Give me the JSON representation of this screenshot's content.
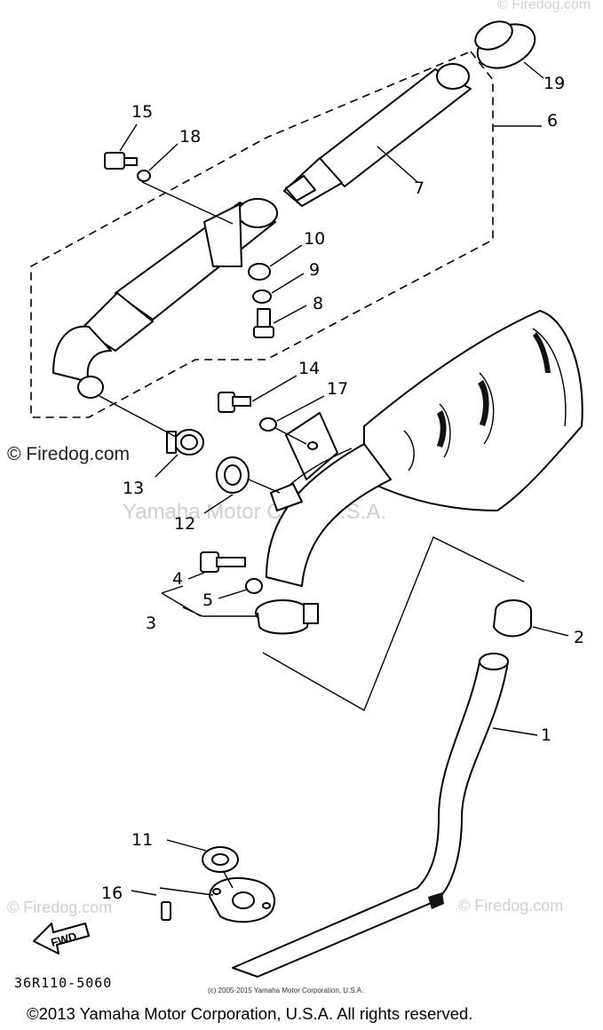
{
  "watermarks": {
    "brand_dark": "© Firedog.com",
    "brand_light": "© Firedog.com",
    "corp": "Yamaha Motor Corp, U.S.A."
  },
  "callouts": [
    "1",
    "2",
    "3",
    "4",
    "5",
    "6",
    "7",
    "8",
    "9",
    "10",
    "11",
    "12",
    "13",
    "14",
    "15",
    "16",
    "17",
    "18",
    "19"
  ],
  "fwd_label": "FWD",
  "diagram_code": "36R110-5060",
  "small_copyright": "(c) 2005-2015 Yamaha Motor Corporation, U.S.A.",
  "footer_copyright": "©2013 Yamaha Motor Corporation, U.S.A. All rights reserved."
}
